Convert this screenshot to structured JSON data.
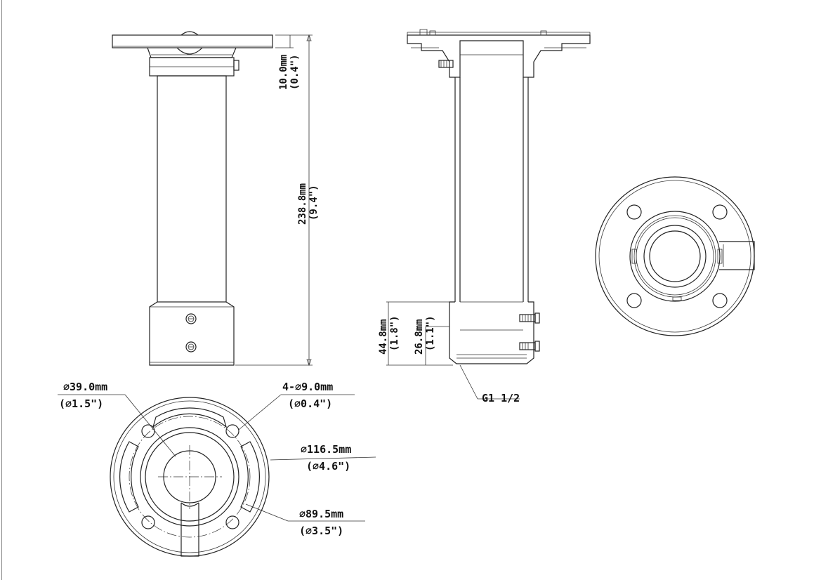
{
  "dimensions": {
    "flange_height_mm": "10.0mm",
    "flange_height_in": "(0.4\")",
    "overall_length_mm": "238.8mm",
    "overall_length_in": "(9.4\")",
    "lower_sleeve_mm": "44.8mm",
    "lower_sleeve_in": "(1.8\")",
    "thread_length_mm": "26.8mm",
    "thread_length_in": "(1.1\")",
    "thread_spec": "G1 1/2",
    "bore_dia_mm": "∅39.0mm",
    "bore_dia_in": "(∅1.5\")",
    "hole_dia_mm": "4-∅9.0mm",
    "hole_dia_in": "(∅0.4\")",
    "flange_dia_mm": "∅116.5mm",
    "flange_dia_in": "(∅4.6\")",
    "pcd_mm": "∅89.5mm",
    "pcd_in": "(∅3.5\")"
  }
}
